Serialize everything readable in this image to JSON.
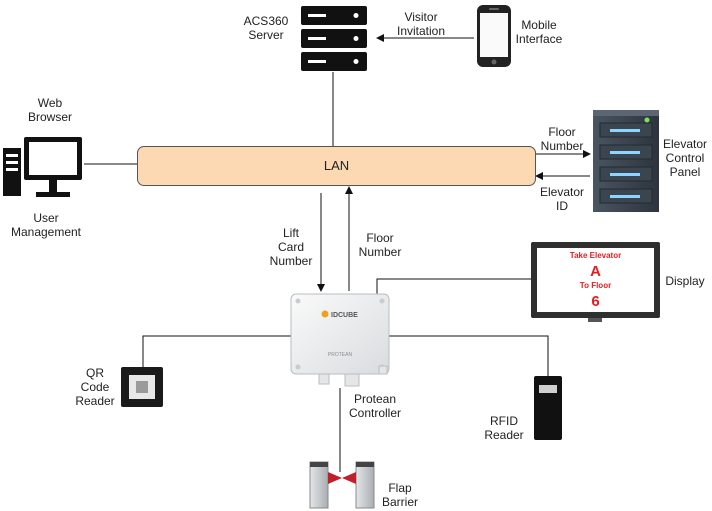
{
  "lan": {
    "label": "LAN"
  },
  "nodes": {
    "server": {
      "label": "ACS360\nServer"
    },
    "mobile": {
      "label": "Mobile\nInterface"
    },
    "web_browser": {
      "label": "Web\nBrowser"
    },
    "user_management": {
      "label": "User\nManagement"
    },
    "elevator_control_panel": {
      "label": "Elevator\nControl\nPanel"
    },
    "display": {
      "label": "Display"
    },
    "qr_reader": {
      "label": "QR\nCode\nReader"
    },
    "controller": {
      "label": "Protean\nController",
      "logo_text": "IDCUBE",
      "device_text": "PROTEAN"
    },
    "rfid_reader": {
      "label": "RFID\nReader"
    },
    "flap_barrier": {
      "label": "Flap\nBarrier"
    }
  },
  "edges": {
    "visitor_invitation": "Visitor\nInvitation",
    "floor_number_to_panel": "Floor\nNumber",
    "elevator_id": "Elevator\nID",
    "lift_card_number": "Lift\nCard\nNumber",
    "floor_number_to_lan": "Floor\nNumber"
  },
  "display_screen": {
    "line1": "Take Elevator",
    "line2": "A",
    "line3": "To Floor",
    "line4": "6"
  },
  "colors": {
    "lan_fill": "#fcd9b3",
    "display_text": "#e02020",
    "flap_red": "#c0202a"
  }
}
